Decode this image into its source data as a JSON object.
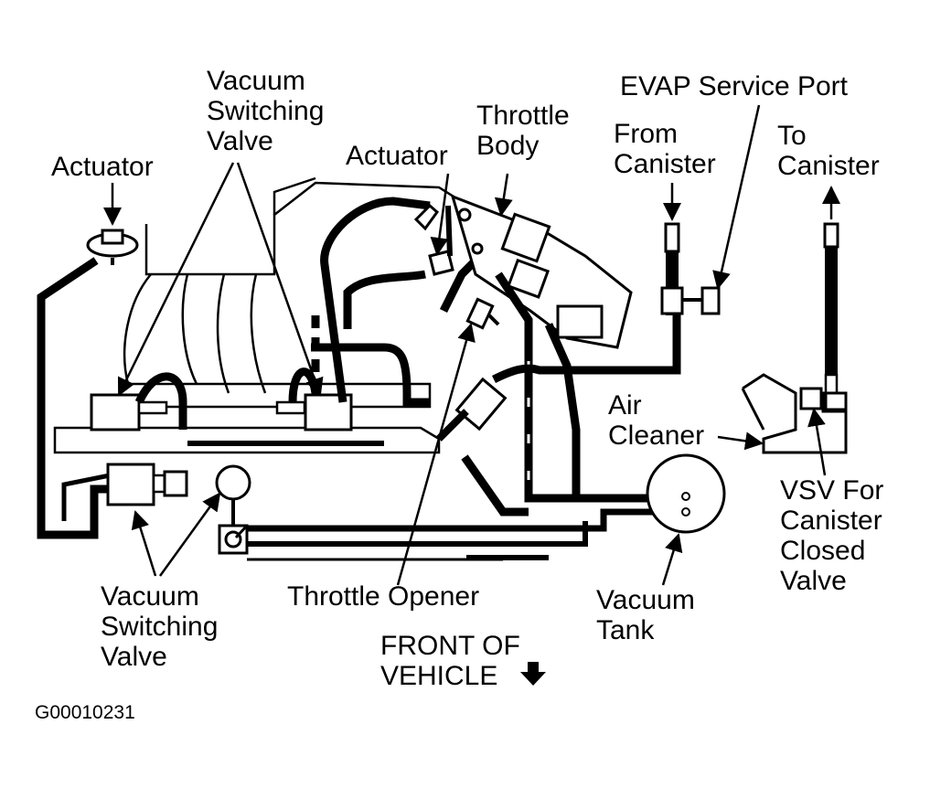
{
  "diagram": {
    "figure_id": "G00010231",
    "labels": {
      "vacuum_switching_valve_top": [
        "Vacuum",
        "Switching",
        "Valve"
      ],
      "actuator_left": "Actuator",
      "actuator_center": "Actuator",
      "throttle_body": [
        "Throttle",
        "Body"
      ],
      "evap_service_port": "EVAP Service Port",
      "from_canister": [
        "From",
        "Canister"
      ],
      "to_canister": [
        "To",
        "Canister"
      ],
      "air_cleaner": [
        "Air",
        "Cleaner"
      ],
      "vsv_canister": [
        "VSV For",
        "Canister",
        "Closed",
        "Valve"
      ],
      "vacuum_switching_valve_bottom": [
        "Vacuum",
        "Switching",
        "Valve"
      ],
      "throttle_opener": "Throttle Opener",
      "vacuum_tank": [
        "Vacuum",
        "Tank"
      ],
      "front_of_vehicle": [
        "FRONT OF",
        "VEHICLE"
      ]
    }
  }
}
